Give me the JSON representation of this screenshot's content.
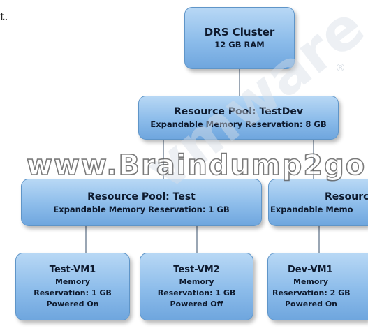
{
  "fragment": "t.",
  "watermark": "www.Braindump2go",
  "logo_watermark": "vmware",
  "logo_mark": "®",
  "nodes": {
    "cluster": {
      "line1": "DRS Cluster",
      "line2": "12 GB RAM"
    },
    "testdev": {
      "line1": "Resource Pool:  TestDev",
      "line2": "Expandable Memory Reservation:  8 GB"
    },
    "test": {
      "line1": "Resource Pool:  Test",
      "line2": "Expandable Memory Reservation:  1 GB"
    },
    "dev": {
      "line1": "Resourc",
      "line2": "Expandable Memo"
    },
    "testvm1": {
      "name": "Test-VM1",
      "line2": "Memory",
      "line3": "Reservation:  1 GB",
      "line4": "Powered On"
    },
    "testvm2": {
      "name": "Test-VM2",
      "line2": "Memory",
      "line3": "Reservation:  1 GB",
      "line4": "Powered Off"
    },
    "devvm1": {
      "name": "Dev-VM1",
      "line2": "Memory",
      "line3": "Reservation:  2 GB",
      "line4": "Powered On"
    }
  },
  "colors": {
    "node_fill_top": "#b8d8f5",
    "node_fill_bottom": "#6fa6de",
    "node_border": "#5f95c8",
    "connector": "#9aa6b4",
    "text": "#0e1a2e"
  }
}
